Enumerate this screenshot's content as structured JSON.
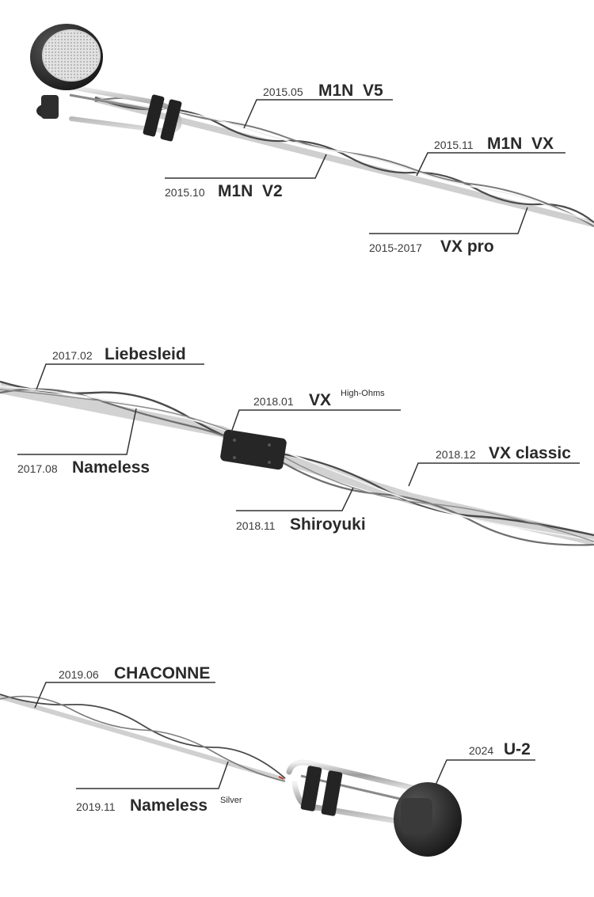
{
  "section_1": {
    "labels": [
      {
        "date": "2015.05",
        "name": "M1N  V5"
      },
      {
        "date": "2015.11",
        "name": "M1N  VX"
      },
      {
        "date": "2015.10",
        "name": "M1N  V2"
      },
      {
        "date": "2015-2017",
        "name": "VX pro"
      }
    ]
  },
  "section_2": {
    "labels": [
      {
        "date": "2017.02",
        "name": "Liebesleid"
      },
      {
        "date": "2018.01",
        "name": "VX",
        "superscript": "High-Ohms"
      },
      {
        "date": "2017.08",
        "name": "Nameless"
      },
      {
        "date": "2018.12",
        "name": "VX classic"
      },
      {
        "date": "2018.11",
        "name": "Shiroyuki"
      }
    ]
  },
  "section_3": {
    "labels": [
      {
        "date": "2019.06",
        "name": "CHACONNE"
      },
      {
        "date": "2024",
        "name": "U-2"
      },
      {
        "date": "2019.11",
        "name": "Nameless",
        "superscript": "Silver"
      }
    ]
  },
  "colors": {
    "cable_light": "#d4d4d4",
    "cable_dark": "#4a4a4a",
    "leader_line": "#333333",
    "earbud_dark": "#2b2b2b",
    "mesh": "#b8b8b8"
  }
}
